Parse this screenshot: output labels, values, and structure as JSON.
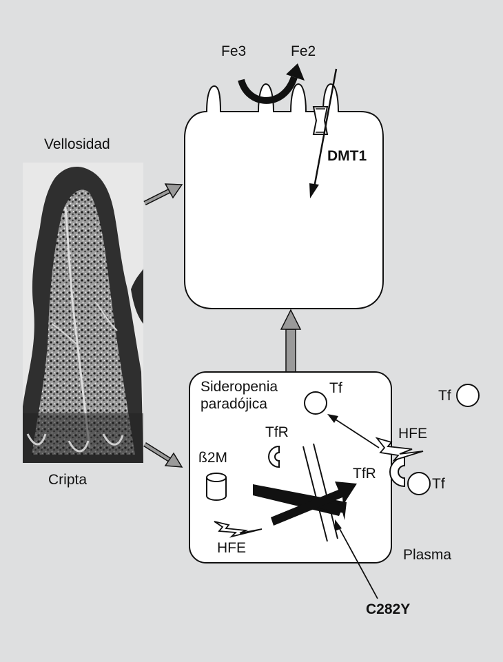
{
  "labels": {
    "fe3": "Fe3",
    "fe2": "Fe2",
    "vellosidad": "Vellosidad",
    "cripta": "Cripta",
    "dmt1": "DMT1",
    "sideropenia_line1": "Sideropenia",
    "sideropenia_line2": "paradójica",
    "tf_inner": "Tf",
    "tf_outer": "Tf",
    "tf_bound": "Tf",
    "tfr_small": "TfR",
    "tfr_membrane": "TfR",
    "hfe_membrane": "HFE",
    "b2m": "ß2M",
    "hfe_cytosol": "HFE",
    "plasma": "Plasma",
    "c282y": "C282Y"
  },
  "colors": {
    "background": "#dedfe0",
    "cell_fill": "#ffffff",
    "stroke": "#111111",
    "gray_arrow": "#8f8f8f"
  }
}
